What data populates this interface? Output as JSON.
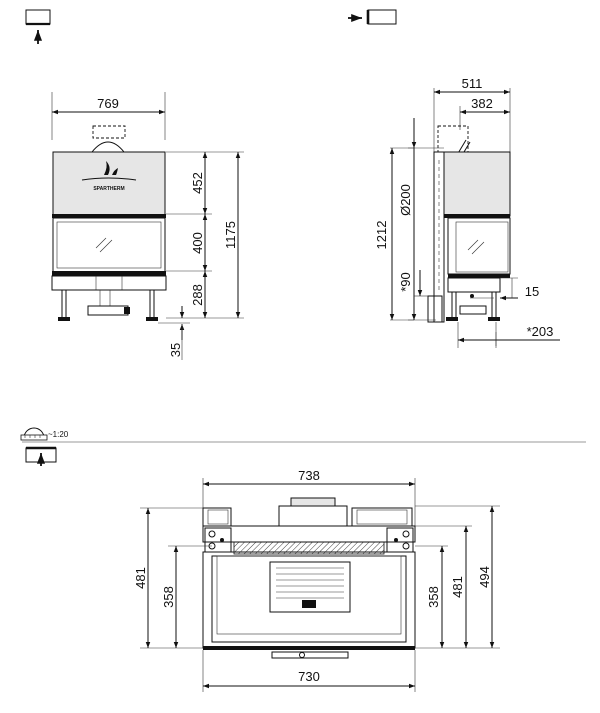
{
  "front_view": {
    "width": "769",
    "heights": [
      "452",
      "400",
      "288"
    ],
    "total_height": "1175",
    "foot": "35",
    "brand": "SPARTHERM"
  },
  "side_view": {
    "depth_total": "511",
    "depth_top": "382",
    "flue_diameter": "Ø200",
    "height": "1212",
    "air_inlet_height": "*90",
    "offset": "15",
    "air_depth": "*203"
  },
  "plan_view": {
    "scale": "~1:20",
    "top_width": "738",
    "bottom_width": "730",
    "left_outer": "481",
    "left_inner": "358",
    "right_inner": "358",
    "right_mid": "481",
    "right_outer": "494"
  },
  "icons": [
    "view-from-below-icon",
    "view-from-side-icon",
    "scale-ruler-icon",
    "view-from-top-icon"
  ]
}
